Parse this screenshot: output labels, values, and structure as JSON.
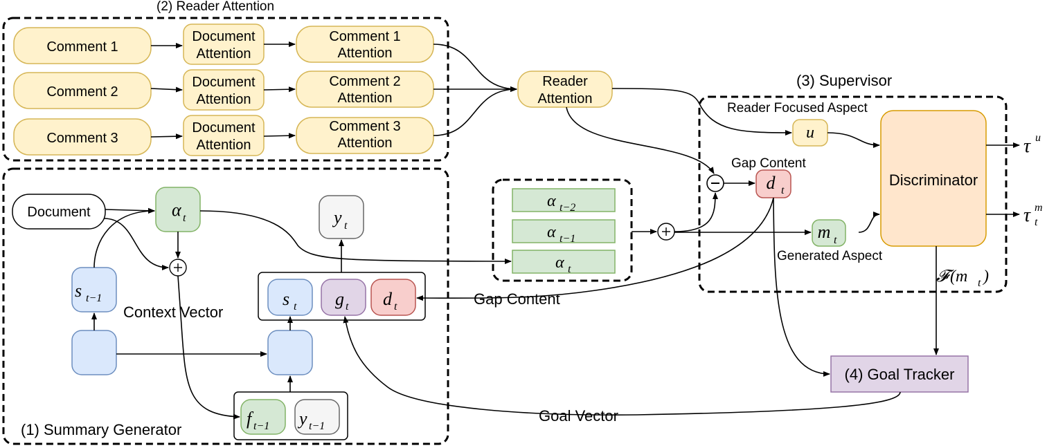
{
  "groups": {
    "reader_attention": "(2) Reader Attention",
    "supervisor": "(3) Supervisor",
    "summary_generator": "(1) Summary Generator"
  },
  "reader": {
    "comments": [
      "Comment 1",
      "Comment 2",
      "Comment 3"
    ],
    "doc_attention": [
      "Document",
      "Attention"
    ],
    "comment_attention": [
      [
        "Comment 1",
        "Attention"
      ],
      [
        "Comment 2",
        "Attention"
      ],
      [
        "Comment 3",
        "Attention"
      ]
    ],
    "reader_attention": [
      "Reader",
      "Attention"
    ]
  },
  "supervisor": {
    "reader_focused_aspect": "Reader Focused Aspect",
    "gap_content": "Gap Content",
    "generated_aspect": "Generated Aspect",
    "discriminator": "Discriminator",
    "u": "u",
    "d": "d",
    "m": "m",
    "t": "t",
    "tau": "τ",
    "tau_u_sup": "u",
    "tau_m_sup": "m",
    "f_expr": "(m",
    "f_script": "𝓕",
    "close_paren": ")",
    "minus": "−",
    "plus": "+"
  },
  "attention_stack": {
    "alpha": "α",
    "subs": [
      "t−2",
      "t−1",
      "t"
    ]
  },
  "generator": {
    "document": "Document",
    "context_vector": "Context Vector",
    "gap_content": "Gap Content",
    "goal_vector": "Goal Vector",
    "alpha": "α",
    "alpha_sub": "t",
    "y": "y",
    "y_sub": "t",
    "s_prev": "s",
    "s_prev_sub": "t−1",
    "s": "s",
    "s_sub": "t",
    "g": "g",
    "g_sub": "t",
    "d": "d",
    "d_sub": "t",
    "f": "f",
    "f_sub": "t−1",
    "y_prev": "y",
    "y_prev_sub": "t−1"
  },
  "goal_tracker": "(4) Goal Tracker"
}
